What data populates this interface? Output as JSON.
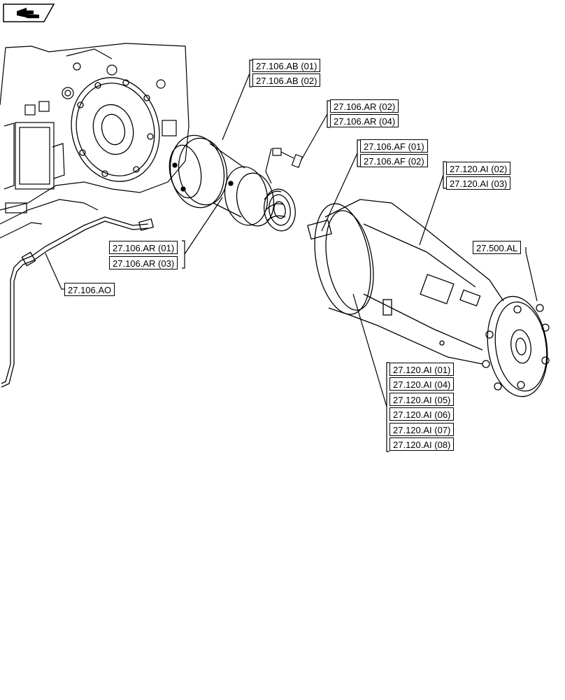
{
  "nav": {
    "icon": "book-page-icon"
  },
  "groups": [
    {
      "id": "ab",
      "refs": [
        "27.106.AB (01)",
        "27.106.AB (02)"
      ]
    },
    {
      "id": "ar-top",
      "refs": [
        "27.106.AR (02)",
        "27.106.AR (04)"
      ]
    },
    {
      "id": "af",
      "refs": [
        "27.106.AF (01)",
        "27.106.AF (02)"
      ]
    },
    {
      "id": "ai-top",
      "refs": [
        "27.120.AI (02)",
        "27.120.AI (03)"
      ]
    },
    {
      "id": "al",
      "refs": [
        "27.500.AL"
      ]
    },
    {
      "id": "ar-left",
      "refs": [
        "27.106.AR (01)",
        "27.106.AR (03)"
      ]
    },
    {
      "id": "ao",
      "refs": [
        "27.106.AO"
      ]
    },
    {
      "id": "ai-bottom",
      "refs": [
        "27.120.AI (01)",
        "27.120.AI (04)",
        "27.120.AI (05)",
        "27.120.AI (06)",
        "27.120.AI (07)",
        "27.120.AI (08)"
      ]
    }
  ]
}
